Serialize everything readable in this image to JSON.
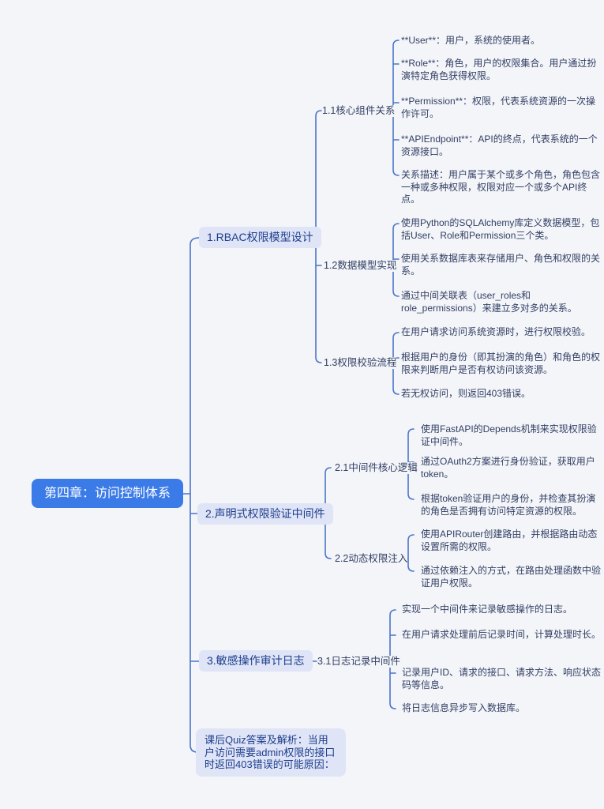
{
  "canvas": {
    "background_color": "#F3F5F9",
    "connector_color": "#4C74C9",
    "root_bg_color": "#3B7BE8",
    "branch_bg_color": "#DFE5F7",
    "branch_text_color": "#1D3D8C",
    "leaf_text_color": "#333F63"
  },
  "root": {
    "label": "第四章：访问控制体系"
  },
  "branches": [
    {
      "label": "1.RBAC权限模型设计",
      "children": [
        {
          "label": "1.1核心组件关系",
          "leaves": [
            "**User**：用户，系统的使用者。",
            "**Role**：角色，用户的权限集合。用户通过扮演特定角色获得权限。",
            "**Permission**：权限，代表系统资源的一次操作许可。",
            "**APIEndpoint**：API的终点，代表系统的一个资源接口。",
            "关系描述：用户属于某个或多个角色，角色包含一种或多种权限，权限对应一个或多个API终点。"
          ]
        },
        {
          "label": "1.2数据模型实现",
          "leaves": [
            "使用Python的SQLAlchemy库定义数据模型，包括User、Role和Permission三个类。",
            "使用关系数据库表来存储用户、角色和权限的关系。",
            "通过中间关联表（user_roles和role_permissions）来建立多对多的关系。"
          ]
        },
        {
          "label": "1.3权限校验流程",
          "leaves": [
            "在用户请求访问系统资源时，进行权限校验。",
            "根据用户的身份（即其扮演的角色）和角色的权限来判断用户是否有权访问该资源。",
            "若无权访问，则返回403错误。"
          ]
        }
      ]
    },
    {
      "label": "2.声明式权限验证中间件",
      "children": [
        {
          "label": "2.1中间件核心逻辑",
          "leaves": [
            "使用FastAPI的Depends机制来实现权限验证中间件。",
            "通过OAuth2方案进行身份验证，获取用户token。",
            "根据token验证用户的身份，并检查其扮演的角色是否拥有访问特定资源的权限。"
          ]
        },
        {
          "label": "2.2动态权限注入",
          "leaves": [
            "使用APIRouter创建路由，并根据路由动态设置所需的权限。",
            "通过依赖注入的方式，在路由处理函数中验证用户权限。"
          ]
        }
      ]
    },
    {
      "label": "3.敏感操作审计日志",
      "children": [
        {
          "label": "3.1日志记录中间件",
          "leaves": [
            "实现一个中间件来记录敏感操作的日志。",
            "在用户请求处理前后记录时间，计算处理时长。",
            "记录用户ID、请求的接口、请求方法、响应状态码等信息。",
            "将日志信息异步写入数据库。"
          ]
        }
      ]
    },
    {
      "label": "课后Quiz答案及解析：当用户访问需要admin权限的接口时返回403错误的可能原因："
    }
  ]
}
